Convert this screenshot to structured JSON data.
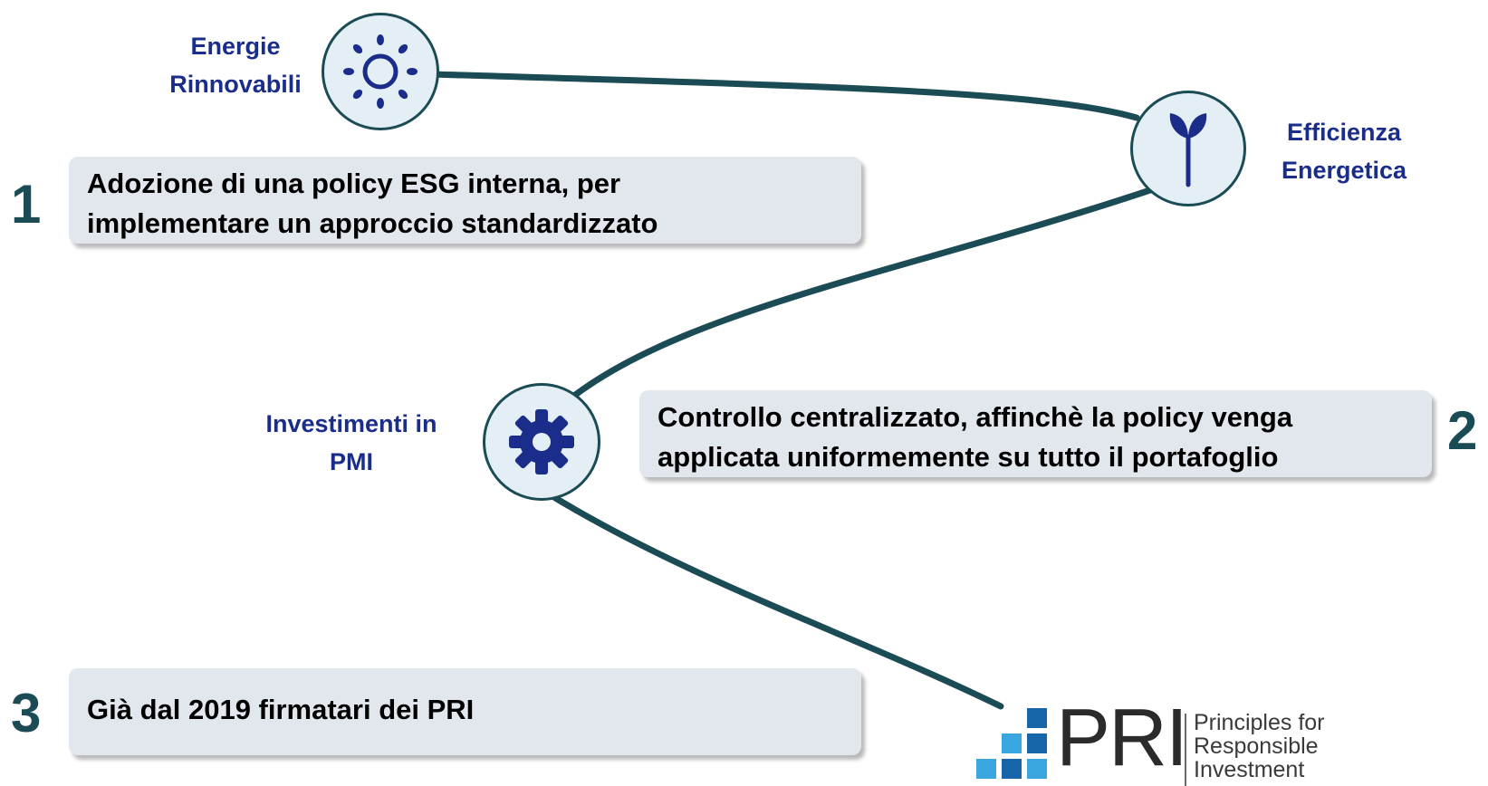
{
  "nodes": {
    "renewable": {
      "label_line1": "Energie",
      "label_line2": "Rinnovabili",
      "icon": "sun-icon"
    },
    "efficiency": {
      "label_line1": "Efficienza",
      "label_line2": "Energetica",
      "icon": "sprout-icon"
    },
    "sme": {
      "label_line1": "Investimenti in",
      "label_line2": "PMI",
      "icon": "gear-icon"
    }
  },
  "steps": [
    {
      "number": "1",
      "line1": "Adozione di una policy ESG interna, per",
      "line2": "implementare un approccio standardizzato"
    },
    {
      "number": "2",
      "line1": "Controllo centralizzato, affinchè la policy venga",
      "line2": "applicata uniformemente su tutto il portafoglio"
    },
    {
      "number": "3",
      "line1": "Già dal 2019 firmatari dei PRI",
      "line2": ""
    }
  ],
  "logo": {
    "wordmark": "PRI",
    "tagline_line1": "Principles for",
    "tagline_line2": "Responsible",
    "tagline_line3": "Investment"
  },
  "colors": {
    "connector": "#1b4b55",
    "node_fill": "#e4eff5",
    "node_label": "#1a2d8a",
    "step_box": "#e2e7ed",
    "logo_blue_dark": "#1565a8",
    "logo_blue_light": "#3aa6df"
  }
}
